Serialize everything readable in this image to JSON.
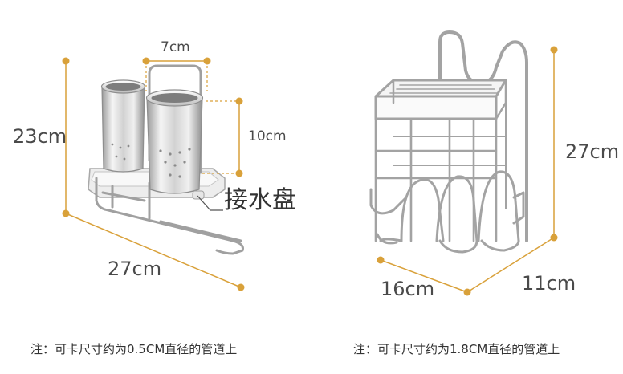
{
  "colors": {
    "dimension_line": "#d9a13a",
    "metal_light": "#f2f2f2",
    "metal_mid": "#c8c8c8",
    "metal_dark": "#8c8c8c",
    "wire": "#9a9a9a",
    "text": "#4a4a4a"
  },
  "left_product": {
    "width_label": "7cm",
    "height_label": "23cm",
    "cup_height_label": "10cm",
    "length_label": "27cm",
    "tray_label": "接水盘",
    "note": "注：可卡尺寸约为0.5CM直径的管道上"
  },
  "right_product": {
    "height_label": "27cm",
    "width_label": "16cm",
    "depth_label": "11cm",
    "note": "注：可卡尺寸约为1.8CM直径的管道上"
  }
}
